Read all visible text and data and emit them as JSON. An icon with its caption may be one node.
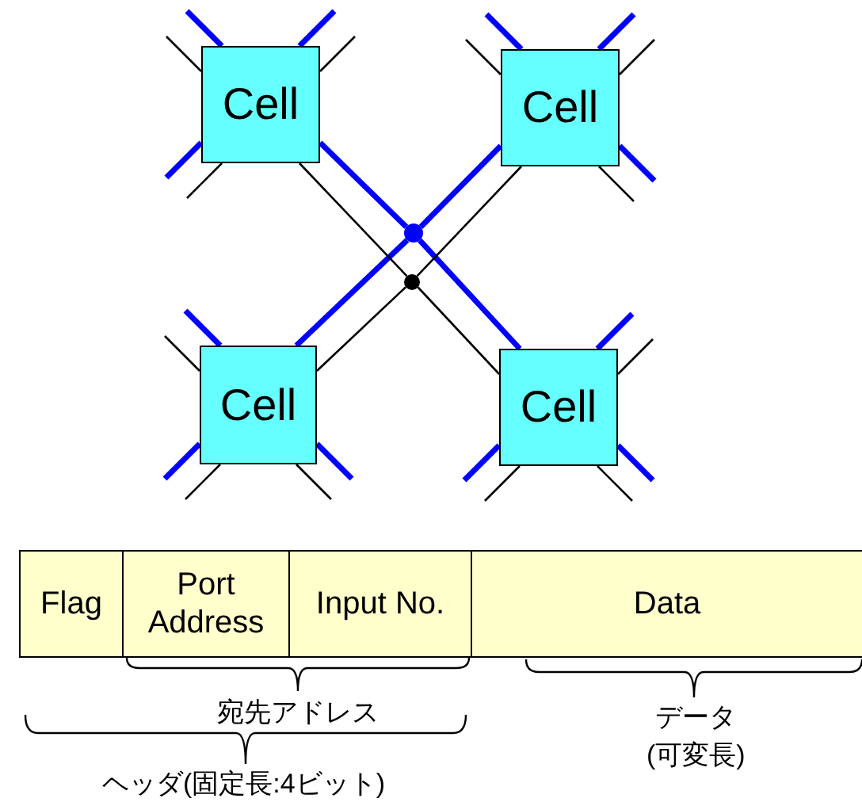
{
  "diagram": {
    "nodes": [
      {
        "text": [
          "Cell"
        ]
      },
      {
        "text": [
          "Cell"
        ]
      },
      {
        "text": [
          "Cell"
        ]
      },
      {
        "text": [
          "Cell"
        ]
      },
      {
        "text": [],
        "shape": "circle"
      },
      {
        "text": [],
        "shape": "circle"
      },
      {
        "text": [
          "Flag"
        ]
      },
      {
        "text": [
          "Port Address"
        ]
      },
      {
        "text": [
          "Input No."
        ]
      },
      {
        "text": [
          "Data"
        ]
      }
    ],
    "edges": [
      {
        "from": 0,
        "to": 4,
        "arrow": "none",
        "style": "thick",
        "color": "#0000ff"
      },
      {
        "from": 4,
        "to": 3,
        "arrow": "none",
        "style": "thick",
        "color": "#0000ff"
      },
      {
        "from": 1,
        "to": 4,
        "arrow": "none",
        "style": "thick",
        "color": "#0000ff"
      },
      {
        "from": 4,
        "to": 2,
        "arrow": "none",
        "style": "thick",
        "color": "#0000ff"
      },
      {
        "from": 0,
        "to": 5,
        "arrow": "none",
        "color": "#000000"
      },
      {
        "from": 5,
        "to": 3,
        "arrow": "none",
        "color": "#000000"
      },
      {
        "from": 1,
        "to": 5,
        "arrow": "none",
        "color": "#000000"
      },
      {
        "from": 5,
        "to": 2,
        "arrow": "none",
        "color": "#000000"
      },
      {
        "from": 0,
        "to": null,
        "arrow": "none",
        "style": "thick",
        "color": "#0000ff"
      },
      {
        "from": 0,
        "to": null,
        "arrow": "none",
        "color": "#000000"
      },
      {
        "from": 0,
        "to": null,
        "arrow": "none",
        "style": "thick",
        "color": "#0000ff"
      },
      {
        "from": 0,
        "to": null,
        "arrow": "none",
        "color": "#000000"
      },
      {
        "from": 0,
        "to": null,
        "arrow": "none",
        "style": "thick",
        "color": "#0000ff"
      },
      {
        "from": 0,
        "to": null,
        "arrow": "none",
        "color": "#000000"
      },
      {
        "from": 1,
        "to": null,
        "arrow": "none",
        "style": "thick",
        "color": "#0000ff"
      },
      {
        "from": 1,
        "to": null,
        "arrow": "none",
        "color": "#000000"
      },
      {
        "from": 1,
        "to": null,
        "arrow": "none",
        "style": "thick",
        "color": "#0000ff"
      },
      {
        "from": 1,
        "to": null,
        "arrow": "none",
        "color": "#000000"
      },
      {
        "from": 1,
        "to": null,
        "arrow": "none",
        "style": "thick",
        "color": "#0000ff"
      },
      {
        "from": 1,
        "to": null,
        "arrow": "none",
        "color": "#000000"
      },
      {
        "from": 2,
        "to": null,
        "arrow": "none",
        "style": "thick",
        "color": "#0000ff"
      },
      {
        "from": 2,
        "to": null,
        "arrow": "none",
        "color": "#000000"
      },
      {
        "from": 2,
        "to": null,
        "arrow": "none",
        "style": "thick",
        "color": "#0000ff"
      },
      {
        "from": 2,
        "to": null,
        "arrow": "none",
        "color": "#000000"
      },
      {
        "from": 2,
        "to": null,
        "arrow": "none",
        "style": "thick",
        "color": "#0000ff"
      },
      {
        "from": 2,
        "to": null,
        "arrow": "none",
        "color": "#000000"
      },
      {
        "from": 3,
        "to": null,
        "arrow": "none",
        "style": "thick",
        "color": "#0000ff"
      },
      {
        "from": 3,
        "to": null,
        "arrow": "none",
        "color": "#000000"
      },
      {
        "from": 3,
        "to": null,
        "arrow": "none",
        "style": "thick",
        "color": "#0000ff"
      },
      {
        "from": 3,
        "to": null,
        "arrow": "none",
        "color": "#000000"
      },
      {
        "from": 3,
        "to": null,
        "arrow": "none",
        "style": "thick",
        "color": "#0000ff"
      },
      {
        "from": 3,
        "to": null,
        "arrow": "none",
        "color": "#000000"
      }
    ],
    "labels": [
      "宛先アドレス",
      "データ",
      "(可変長)",
      "ヘッダ(固定長:4ビット)"
    ]
  }
}
